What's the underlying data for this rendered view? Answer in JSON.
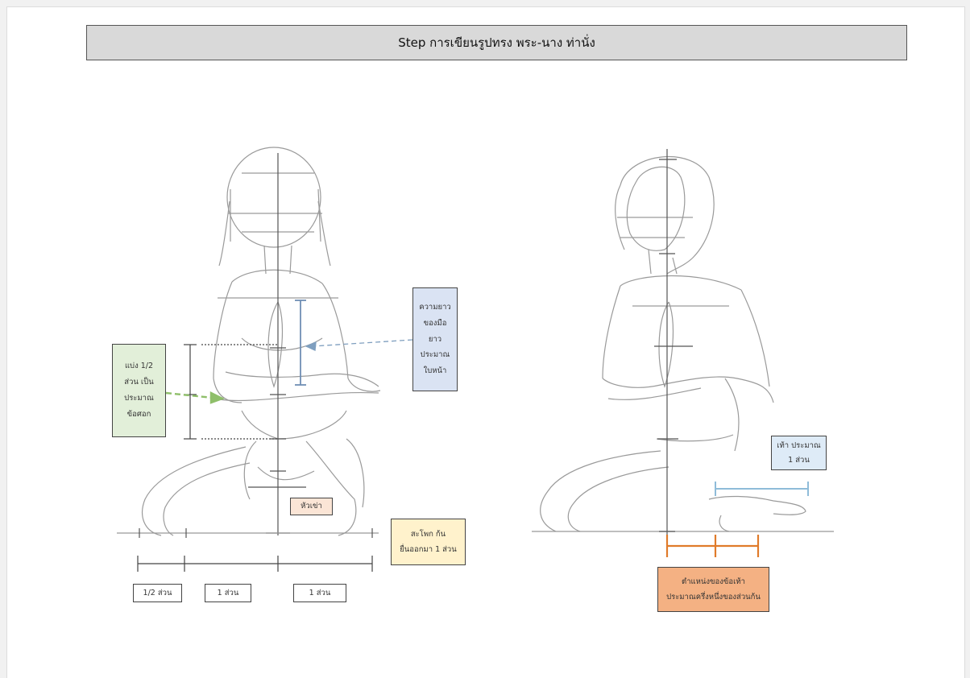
{
  "title": "Step การเขียนรูปทรง พระ-นาง ท่านั่ง",
  "notes": {
    "hand_division": "แบ่ง 1/2\nส่วน เป็น\nประมาณ\nข้อศอก",
    "hand_length": "ความยาว\nของมือ\nยาว\nประมาณ\nใบหน้า",
    "knee": "หัวเข่า",
    "hip": "สะโพก ก้น\nยื่นออกมา 1 ส่วน",
    "foot": "เท้า ประมาณ\n1 ส่วน",
    "ankle": "ตำแหน่งของข้อเท้า\nประมาณครึ่งหนึ่งของส่วนก้น"
  },
  "measures": {
    "half_part": "1/2 ส่วน",
    "one_part_a": "1 ส่วน",
    "one_part_b": "1 ส่วน"
  },
  "colors": {
    "note_green": "#e2efd9",
    "note_blue": "#dae3f3",
    "note_peach": "#fbe5d6",
    "note_yellow": "#fff2cc",
    "note_orange": "#f4b183",
    "note_lightblue": "#deebf7",
    "guide_blue": "#7f9fbf",
    "guide_green": "#8fbf6a",
    "bracket_orange": "#e07b2a",
    "bracket_lightblue": "#8fbcd9"
  }
}
